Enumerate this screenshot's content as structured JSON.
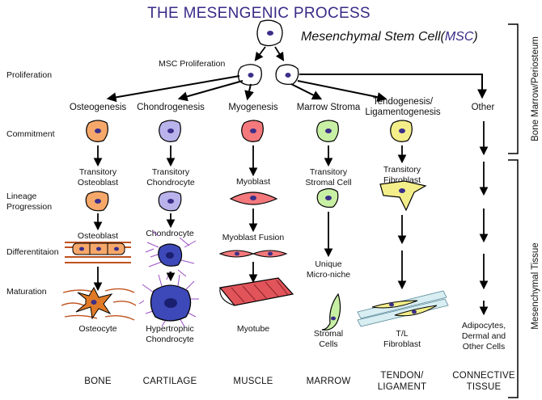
{
  "title": "THE MESENGENIC PROCESS",
  "msc_label": {
    "main": "Mesenchymal Stem Cell(",
    "abbr": "MSC",
    "close": ")"
  },
  "msc_proliferation": "MSC Proliferation",
  "stages": {
    "proliferation": "Proliferation",
    "commitment": "Commitment",
    "lineage": [
      "Lineage",
      "Progression"
    ],
    "differentiation": "Differentitaion",
    "maturation": "Maturation"
  },
  "columns": [
    {
      "process": [
        "Osteogenesis"
      ],
      "lineage": [
        "Transitory",
        "Osteoblast"
      ],
      "differentiation": [
        "Osteoblast"
      ],
      "mature": [
        "Osteocyte"
      ],
      "tissue": [
        "BONE"
      ]
    },
    {
      "process": [
        "Chondrogenesis"
      ],
      "lineage": [
        "Transitory",
        "Chondrocyte"
      ],
      "differentiation": [
        "Chondrocyte"
      ],
      "mature": [
        "Hypertrophic",
        "Chondrocyte"
      ],
      "tissue": [
        "CARTILAGE"
      ]
    },
    {
      "process": [
        "Myogenesis"
      ],
      "lineage": [
        "Myoblast"
      ],
      "differentiation": [
        "Myoblast Fusion"
      ],
      "mature": [
        "Myotube"
      ],
      "tissue": [
        "MUSCLE"
      ]
    },
    {
      "process": [
        "Marrow Stroma"
      ],
      "lineage": [
        "Transitory",
        "Stromal Cell"
      ],
      "differentiation": [
        "Unique",
        "Micro-niche"
      ],
      "mature": [
        "Stromal",
        "Cells"
      ],
      "tissue": [
        "MARROW"
      ]
    },
    {
      "process": [
        "Tendogenesis/",
        "Ligamentogenesis"
      ],
      "lineage": [
        "Transitory",
        "Fibroblast"
      ],
      "differentiation": [],
      "mature": [
        "T/L",
        "Fibroblast"
      ],
      "tissue": [
        "TENDON/",
        "LIGAMENT"
      ]
    },
    {
      "process": [
        "Other"
      ],
      "lineage": [],
      "differentiation": [],
      "mature": [
        "Adipocytes,",
        "Dermal and",
        "Other Cells"
      ],
      "tissue": [
        "CONNECTIVE",
        "TISSUE"
      ]
    }
  ],
  "side_labels": {
    "top": "Bone Marrow/Periosteum",
    "bottom": "Mesenchymal Tissue"
  },
  "colors": {
    "title": "#3a2a86",
    "nucleus": "#3b2f8a",
    "bone": "#f6a86a",
    "cartilage": "#b9b3ec",
    "cartilage_dark": "#3d49b8",
    "muscle": "#f4797c",
    "marrow": "#c8f0a4",
    "tendon": "#f4ee8a",
    "fiber_purple": "#9a4fc4",
    "bone_lines": "#c0521e"
  }
}
